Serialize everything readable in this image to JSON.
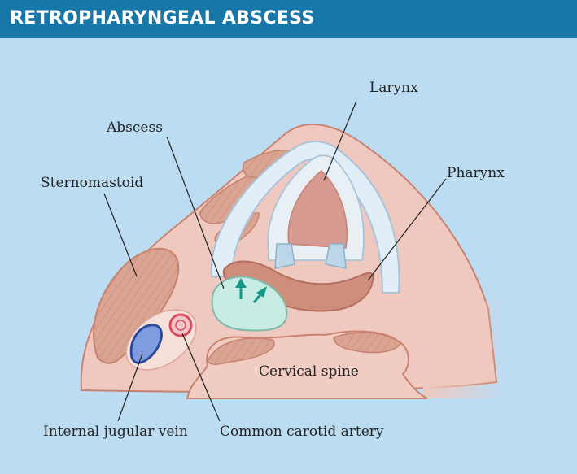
{
  "header": {
    "title": "RETROPHARYNGEAL ABSCESS"
  },
  "colors": {
    "header_bg": "#1677a8",
    "panel_bg": "#bcdcf2",
    "skin": "#efc9bf",
    "muscle": "#d59d8a",
    "abscess": "#c8ece3",
    "arrow": "#15988a",
    "vein": "#4a6fc0",
    "artery": "#d84e5e",
    "cartilage": "#e2eef7"
  },
  "labels": {
    "larynx": "Larynx",
    "abscess": "Abscess",
    "sternomastoid": "Sternomastoid",
    "pharynx": "Pharynx",
    "cervical_spine": "Cervical spine",
    "internal_jugular_vein": "Internal jugular vein",
    "common_carotid_artery": "Common carotid artery"
  }
}
